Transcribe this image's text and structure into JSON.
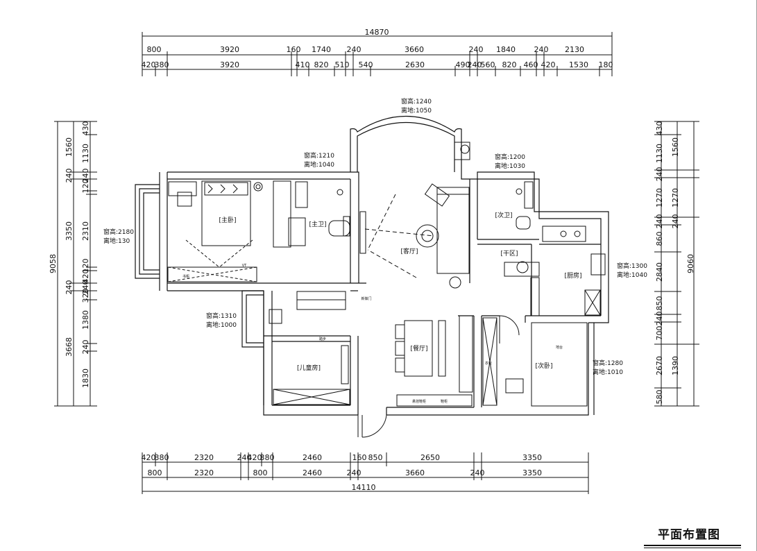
{
  "drawing": {
    "title": "平面布置图",
    "dims_top_total": "14870",
    "dims_top_row1": [
      "800",
      "3920",
      "160",
      "1740",
      "240",
      "3660",
      "240",
      "1840",
      "240",
      "2130"
    ],
    "dims_top_row2": [
      "420",
      "380",
      "3920",
      "410",
      "820",
      "510",
      "540",
      "2630",
      "490",
      "240",
      "560",
      "820",
      "460",
      "420",
      "1530",
      "180"
    ],
    "dims_bottom_total": "14110",
    "dims_bottom_row1": [
      "420",
      "380",
      "2320",
      "240",
      "420",
      "380",
      "2460",
      "160",
      "850",
      "2650",
      "3350"
    ],
    "dims_bottom_row2": [
      "800",
      "2320",
      "800",
      "2460",
      "240",
      "3660",
      "240",
      "3350"
    ],
    "dims_left_total": "9058",
    "dims_left_row1": [
      "1560",
      "240",
      "3350",
      "240",
      "3668"
    ],
    "dims_left_row2": [
      "430",
      "1130",
      "240",
      "120",
      "2310",
      "120",
      "420",
      "240",
      "320",
      "1380",
      "240",
      "1830"
    ],
    "dims_right_total": "9060",
    "dims_right_row1": [
      "430",
      "1130",
      "240",
      "1270",
      "240",
      "860",
      "2840",
      "850",
      "240",
      "700",
      "2670",
      "580"
    ],
    "dims_right_row2": [
      "1560",
      "1270",
      "240",
      "1390"
    ]
  },
  "windows": [
    {
      "h": "窗高:1240",
      "f": "离地:1050"
    },
    {
      "h": "窗高:1210",
      "f": "离地:1040"
    },
    {
      "h": "窗高:1200",
      "f": "离地:1030"
    },
    {
      "h": "窗高:2180",
      "f": "离地:130"
    },
    {
      "h": "窗高:1300",
      "f": "离地:1040"
    },
    {
      "h": "窗高:1310",
      "f": "离地:1000"
    },
    {
      "h": "窗高:1280",
      "f": "离地:1010"
    }
  ],
  "rooms": {
    "master_bedroom": "[主卧]",
    "master_bath": "[主卫]",
    "living_room": "[客厅]",
    "second_bath": "[次卫]",
    "dry_area": "[干区]",
    "kitchen": "[厨房]",
    "dining_room": "[餐厅]",
    "kids_room": "[儿童房]",
    "second_bedroom": "[次卧]"
  },
  "labels": {
    "tv": "VT",
    "cabinet_a": "书柜",
    "cabinet_b": "悬挂鞋柜",
    "cabinet_c": "鞋柜",
    "desk": "地台",
    "wardrobe": "衣柜",
    "shower_door": "新做门",
    "step": "踏步"
  },
  "colors": {
    "line": "#111111",
    "paper": "#ffffff"
  }
}
